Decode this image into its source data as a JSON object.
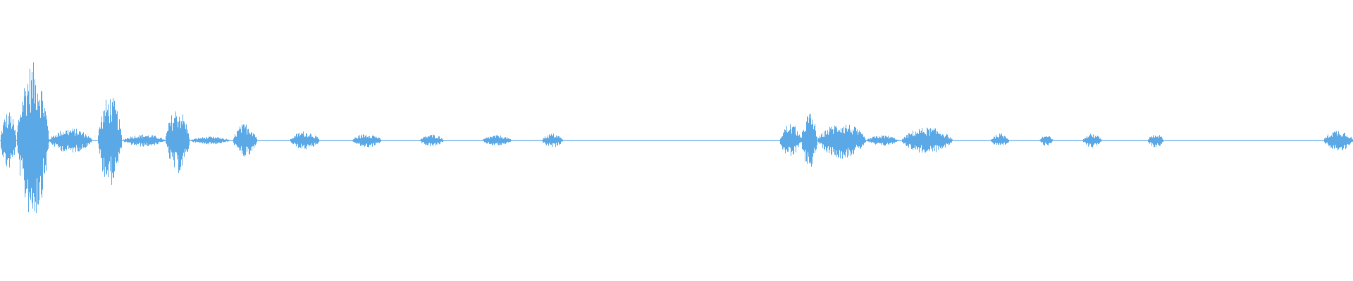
{
  "waveform": {
    "color": "#5aa8e6",
    "background": "#ffffff",
    "baseline_amplitude": 0.004,
    "segments": [
      {
        "start": 0.0,
        "end": 0.012,
        "peak": 0.38
      },
      {
        "start": 0.012,
        "end": 0.036,
        "peak": 1.0
      },
      {
        "start": 0.036,
        "end": 0.068,
        "peak": 0.16
      },
      {
        "start": 0.072,
        "end": 0.09,
        "peak": 0.58
      },
      {
        "start": 0.09,
        "end": 0.122,
        "peak": 0.08
      },
      {
        "start": 0.122,
        "end": 0.14,
        "peak": 0.42
      },
      {
        "start": 0.14,
        "end": 0.17,
        "peak": 0.05
      },
      {
        "start": 0.172,
        "end": 0.19,
        "peak": 0.22
      },
      {
        "start": 0.214,
        "end": 0.236,
        "peak": 0.12
      },
      {
        "start": 0.26,
        "end": 0.282,
        "peak": 0.09
      },
      {
        "start": 0.31,
        "end": 0.328,
        "peak": 0.08
      },
      {
        "start": 0.356,
        "end": 0.378,
        "peak": 0.07
      },
      {
        "start": 0.4,
        "end": 0.416,
        "peak": 0.09
      },
      {
        "start": 0.576,
        "end": 0.592,
        "peak": 0.22
      },
      {
        "start": 0.592,
        "end": 0.604,
        "peak": 0.36
      },
      {
        "start": 0.604,
        "end": 0.64,
        "peak": 0.23
      },
      {
        "start": 0.64,
        "end": 0.664,
        "peak": 0.07
      },
      {
        "start": 0.666,
        "end": 0.704,
        "peak": 0.17
      },
      {
        "start": 0.732,
        "end": 0.746,
        "peak": 0.09
      },
      {
        "start": 0.768,
        "end": 0.778,
        "peak": 0.07
      },
      {
        "start": 0.8,
        "end": 0.814,
        "peak": 0.09
      },
      {
        "start": 0.848,
        "end": 0.86,
        "peak": 0.09
      },
      {
        "start": 0.978,
        "end": 1.0,
        "peak": 0.14
      }
    ]
  }
}
